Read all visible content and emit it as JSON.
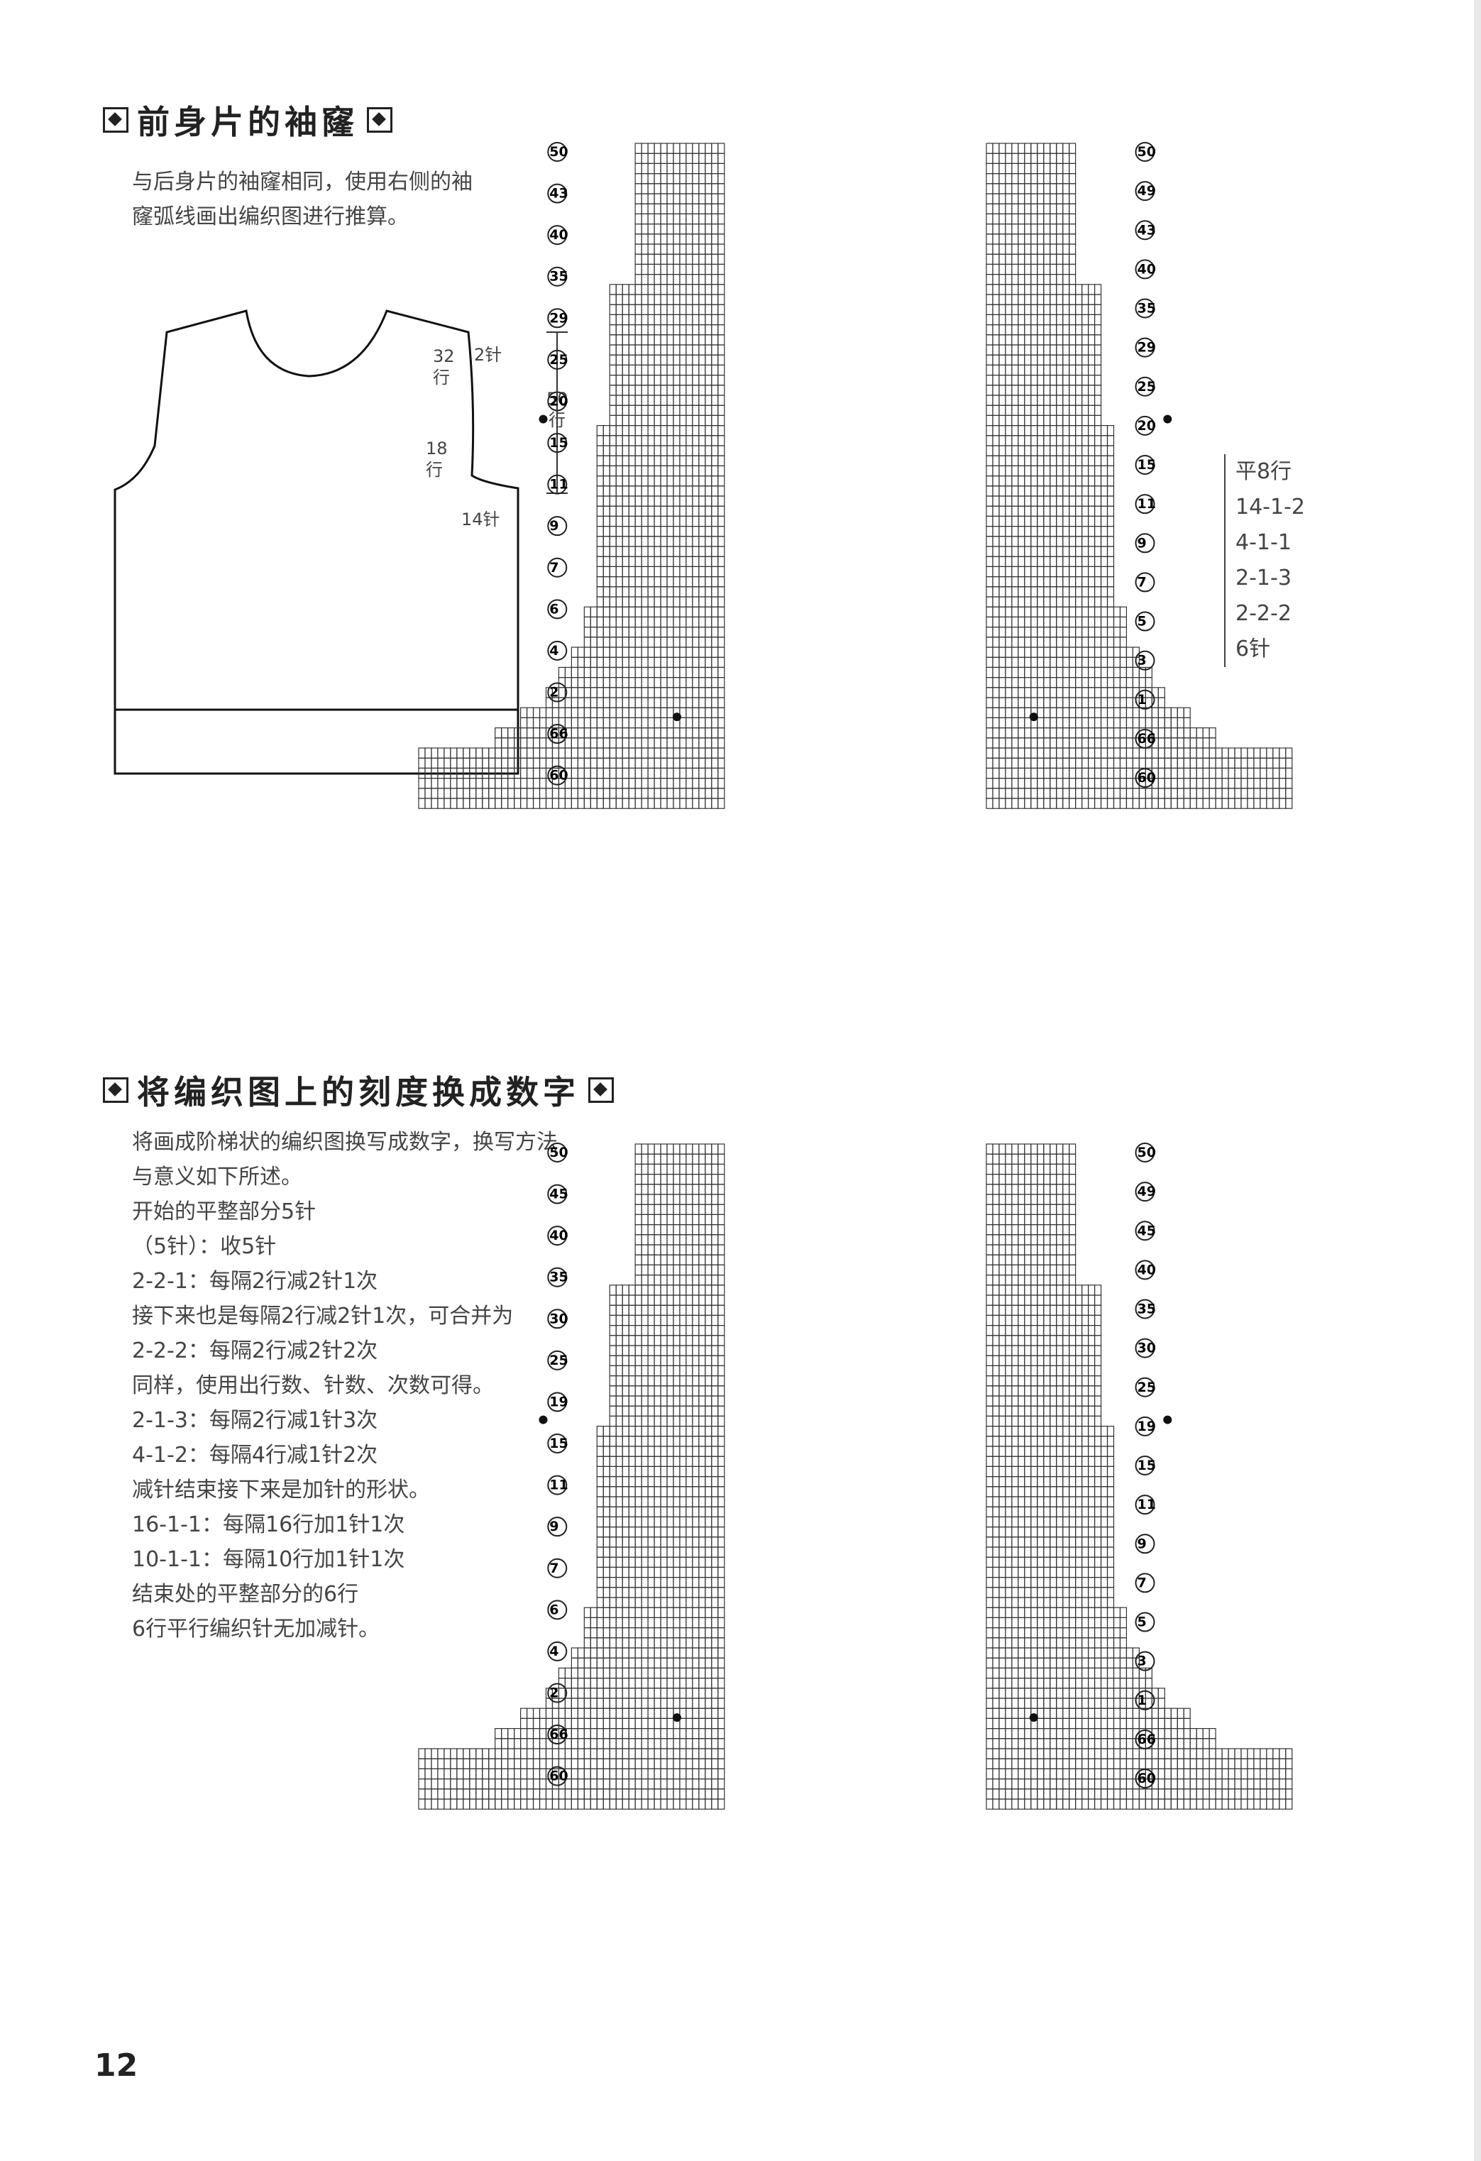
{
  "section1": {
    "title": "前身片的袖窿",
    "intro": [
      "与后身片的袖窿相同，使用右侧的袖",
      "窿弧线画出编织图进行推算。"
    ],
    "sketch": {
      "label_32": "32",
      "label_hang1": "行",
      "label_2zhen": "2针",
      "label_50": "50",
      "label_hang2": "行",
      "label_18": "18",
      "label_hang3": "行",
      "label_14zhen": "14针"
    },
    "formula": [
      "平8行",
      "14-1-2",
      "4-1-1",
      "2-1-3",
      "2-2-2",
      "6针"
    ]
  },
  "section2": {
    "title": "将编织图上的刻度换成数字",
    "lines": [
      "将画成阶梯状的编织图换写成数字，换写方法",
      "与意义如下所述。",
      "开始的平整部分5针",
      "（5针）：收5针",
      "2-2-1：每隔2行减2针1次",
      "接下来也是每隔2行减2针1次，可合并为",
      "2-2-2：每隔2行减2针2次",
      "同样，使用出行数、针数、次数可得。",
      "2-1-3：每隔2行减1针3次",
      "4-1-2：每隔4行减1针2次",
      "减针结束接下来是加针的形状。",
      "16-1-1：每隔16行加1针1次",
      "10-1-1：每隔10行加1针1次",
      "结束处的平整部分的6行",
      "6行平行编织针无加减针。"
    ]
  },
  "charts": {
    "top_left_rows": [
      "50",
      "43",
      "40",
      "35",
      "29",
      "25",
      "20",
      "15",
      "11",
      "9",
      "7",
      "6",
      "4",
      "2",
      "66",
      "60"
    ],
    "top_right_rows": [
      "50",
      "49",
      "43",
      "40",
      "35",
      "29",
      "25",
      "20",
      "15",
      "11",
      "9",
      "7",
      "5",
      "3",
      "1",
      "66",
      "60"
    ],
    "bottom_left_rows": [
      "50",
      "45",
      "40",
      "35",
      "30",
      "25",
      "19",
      "15",
      "11",
      "9",
      "7",
      "6",
      "4",
      "2",
      "66",
      "60"
    ],
    "bottom_right_rows": [
      "50",
      "49",
      "45",
      "40",
      "35",
      "30",
      "25",
      "19",
      "15",
      "11",
      "9",
      "7",
      "5",
      "3",
      "1",
      "66",
      "60"
    ]
  },
  "page_number": "12"
}
